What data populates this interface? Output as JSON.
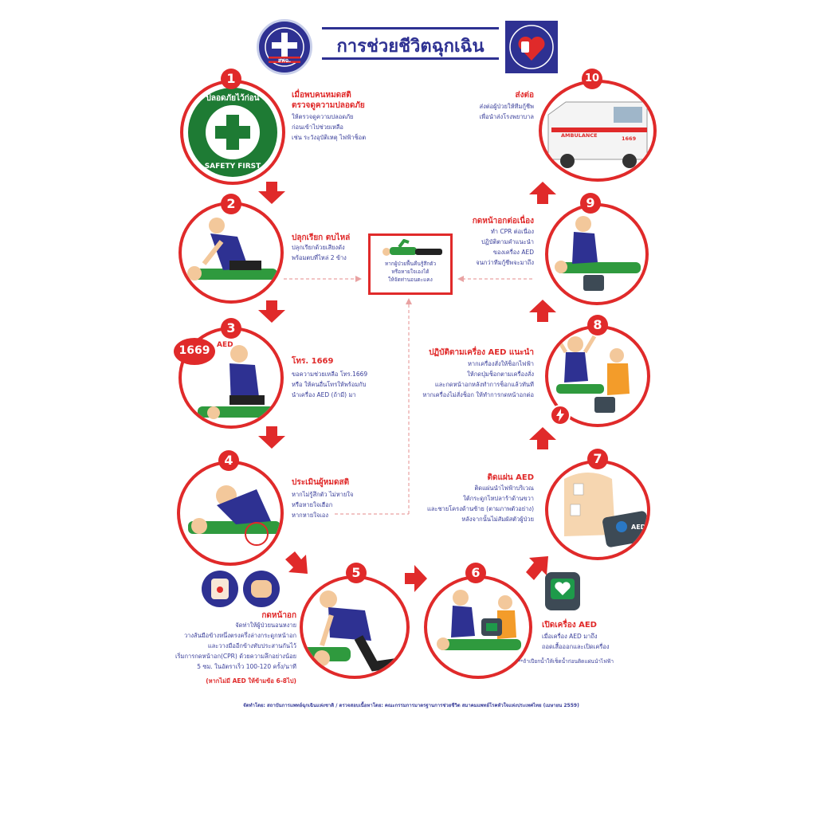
{
  "header": {
    "title": "การช่วยชีวิตฉุกเฉิน",
    "logo_text": "สพฉ."
  },
  "center_box": {
    "text": "หากผู้ป่วยฟื้นคืนรู้สึกตัว\nหรือหายใจเองได้\nให้จัดท่านอนตะแคง"
  },
  "steps": [
    {
      "num": "1",
      "title": "เมื่อพบคนหมดสติ\nตรวจดูความปลอดภัย",
      "body": "ให้ตรวจดูความปลอดภัย\nก่อนเข้าไปช่วยเหลือ\nเช่น ระวังอุบัติเหตุ ไฟฟ้าช็อต",
      "badge_top": "ปลอดภัยไว้ก่อน",
      "badge_bottom": "SAFETY FIRST"
    },
    {
      "num": "2",
      "title": "ปลุกเรียก ตบไหล่",
      "body": "ปลุกเรียกด้วยเสียงดัง\nพร้อมตบที่ไหล่ 2 ข้าง"
    },
    {
      "num": "3",
      "title": "โทร. 1669",
      "body": "ขอความช่วยเหลือ โทร.1669\nหรือ ให้คนอื่นโทรให้พร้อมกับ\nนำเครื่อง AED (ถ้ามี) มา",
      "bubble": "1669",
      "aed_tag": "AED"
    },
    {
      "num": "4",
      "title": "ประเมินผู้หมดสติ",
      "body": "หากไม่รู้สึกตัว ไม่หายใจ\nหรือหายใจเฮือก\nหากหายใจเอง"
    },
    {
      "num": "5",
      "title": "กดหน้าอก",
      "body": "จัดท่าให้ผู้ป่วยนอนหงาย\nวางส้นมือข้างหนึ่งตรงครึ่งล่างกระดูกหน้าอก\nและวางมืออีกข้างทับประสานกันไว้\nเริ่มการกดหน้าอก(CPR) ด้วยความลึกอย่างน้อย\n5 ซม. ในอัตราเร็ว 100-120 ครั้ง/นาที",
      "note": "(หากไม่มี AED ให้ข้ามข้อ 6-8ไป)"
    },
    {
      "num": "6",
      "title": "เปิดเครื่อง AED",
      "body": "เมื่อเครื่อง AED มาถึง\nถอดเสื้อออกและเปิดเครื่อง",
      "note": "**ถ้าเปียกน้ำให้เช็ดน้ำก่อนติดแผ่นนำไฟฟ้า"
    },
    {
      "num": "7",
      "title": "ติดแผ่น AED",
      "body": "ติดแผ่นนำไฟฟ้าบริเวณ\nใต้กระดูกไหปลาร้าด้านขวา\nและชายโครงด้านซ้าย (ตามภาพตัวอย่าง)\nหลังจากนั้นไม่สัมผัสตัวผู้ป่วย",
      "device_label": "AED"
    },
    {
      "num": "8",
      "title": "ปฏิบัติตามเครื่อง AED แนะนำ",
      "body": "หากเครื่องสั่งให้ช็อกไฟฟ้า\nให้กดปุ่มช็อกตามเครื่องสั่ง\nและกดหน้าอกหลังทำการช็อกแล้วทันที\nหากเครื่องไม่สั่งช็อก ให้ทำการกดหน้าอกต่อ"
    },
    {
      "num": "9",
      "title": "กดหน้าอกต่อเนื่อง",
      "body": "ทำ CPR ต่อเนื่อง\nปฏิบัติตามคำแนะนำ\nของเครื่อง AED\nจนกว่าทีมกู้ชีพจะมาถึง"
    },
    {
      "num": "10",
      "title": "ส่งต่อ",
      "body": "ส่งต่อผู้ป่วยให้ทีมกู้ชีพ\nเพื่อนำส่งโรงพยาบาล",
      "ambulance_label": "AMBULANCE",
      "ambulance_num": "1669"
    }
  ],
  "footer": {
    "text": "จัดทำโดย: สถาบันการแพทย์ฉุกเฉินแห่งชาติ / ตรวจสอบเนื้อหาโดย: คณะกรรมการมาตรฐานการช่วยชีวิต สมาคมแพทย์โรคหัวใจแห่งประเทศไทย (เมษายน 2559)"
  },
  "colors": {
    "red": "#e02a2a",
    "navy": "#2e3192",
    "green": "#1e7b34"
  }
}
